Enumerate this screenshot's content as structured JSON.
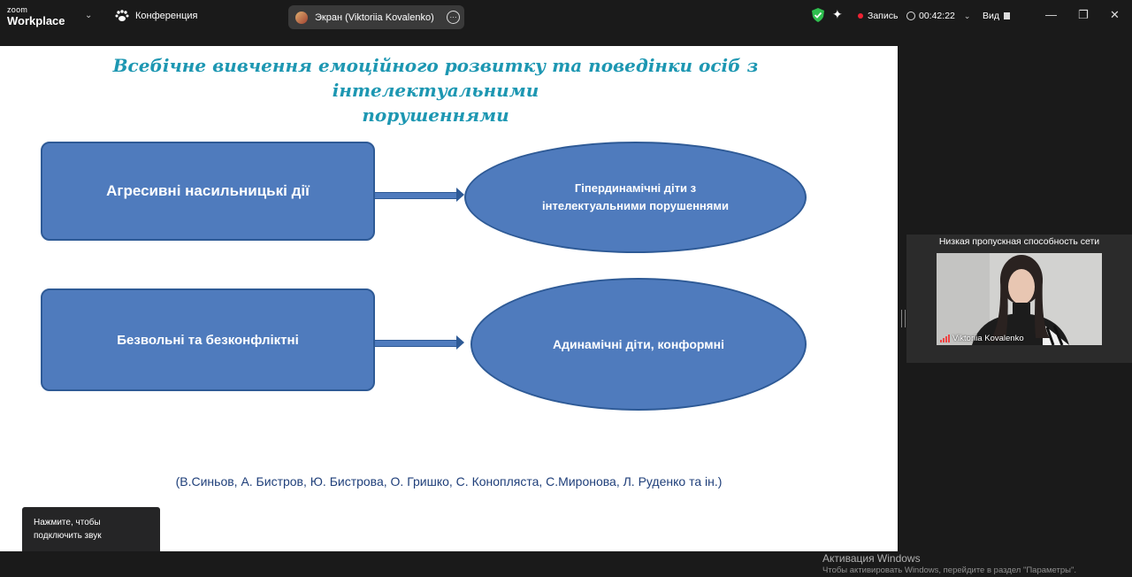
{
  "app": {
    "brand_small": "zoom",
    "brand_name": "Workplace"
  },
  "header": {
    "meeting_label": "Конференция",
    "share_label": "Экран (Viktoriia Kovalenko)",
    "recording_label": "Запись",
    "timer": "00:42:22",
    "view_label": "Вид"
  },
  "slide": {
    "title_line1": "Всебічне вивчення емоційного розвитку та поведінки осіб з інтелектуальними",
    "title_line2": "порушеннями",
    "box1": "Агресивні насильницькі дії",
    "oval1_line1": "Гіпердинамічні діти з",
    "oval1_line2": "інтелектуальними порушеннями",
    "box2": "Безвольні та безконфліктні",
    "oval2": "Адинамічні діти, конформні",
    "authors": "(В.Синьов, А. Бистров, Ю. Бистрова, О. Гришко, С. Конопляста, С.Миронова, Л. Руденко та ін.)"
  },
  "video": {
    "network_warning": "Низкая пропускная способность сети",
    "participant_name": "Viktoriia Kovalenko"
  },
  "tooltip": {
    "line1": "Нажмите, чтобы",
    "line2": "подключить звук"
  },
  "watermark": {
    "line1": "Активация Windows",
    "line2": "Чтобы активировать Windows, перейдите в раздел \"Параметры\"."
  },
  "colors": {
    "slide_title": "#1d97b2",
    "shape_fill": "#4f7bbd",
    "record_dot": "#e23",
    "secure_green": "#2fbf4f"
  }
}
